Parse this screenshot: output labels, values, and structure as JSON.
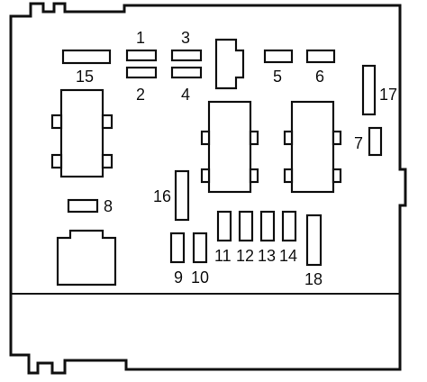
{
  "fuse_box": {
    "labels": {
      "f1": "1",
      "f2": "2",
      "f3": "3",
      "f4": "4",
      "f5": "5",
      "f6": "6",
      "f7": "7",
      "f8": "8",
      "f9": "9",
      "f10": "10",
      "f11": "11",
      "f12": "12",
      "f13": "13",
      "f14": "14",
      "f15": "15",
      "f16": "16",
      "f17": "17",
      "f18": "18"
    }
  }
}
